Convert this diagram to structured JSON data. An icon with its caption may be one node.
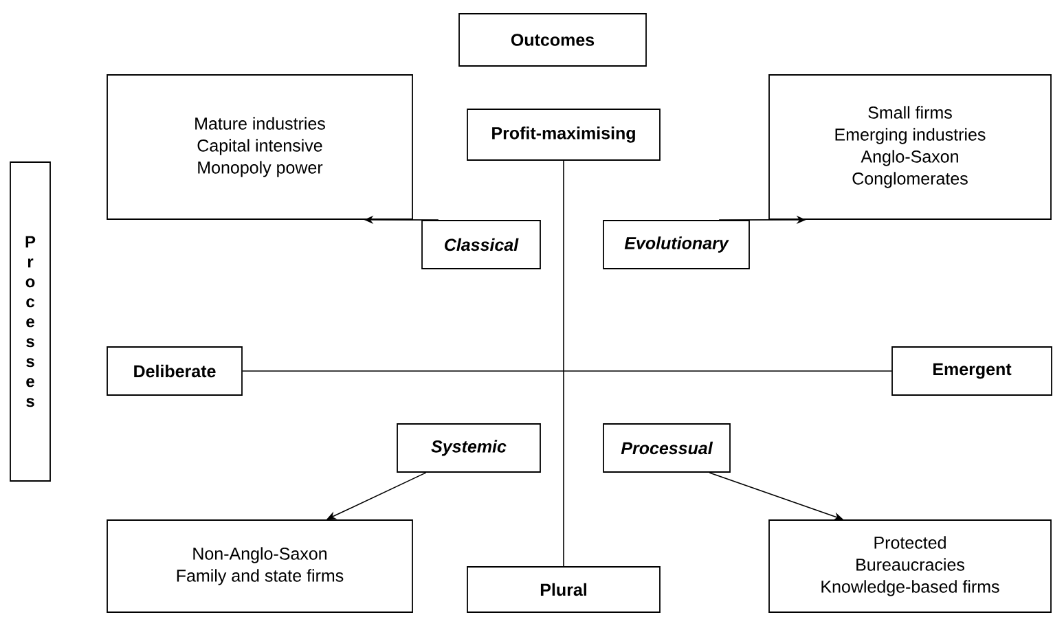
{
  "diagram": {
    "nodes": [
      {
        "text": [
          "Outcomes"
        ]
      },
      {
        "text": [
          "Processes"
        ]
      },
      {
        "text": [
          "Mature industries",
          "Capital intensive",
          "Monopoly power"
        ]
      },
      {
        "text": [
          "Profit-maximising"
        ]
      },
      {
        "text": [
          "Small firms",
          "Emerging industries",
          "Anglo-Saxon",
          "Conglomerates"
        ]
      },
      {
        "text": [
          "Classical"
        ]
      },
      {
        "text": [
          "Evolutionary"
        ]
      },
      {
        "text": [
          "Deliberate"
        ]
      },
      {
        "text": [
          "Emergent"
        ]
      },
      {
        "text": [
          "Systemic"
        ]
      },
      {
        "text": [
          "Processual"
        ]
      },
      {
        "text": [
          "Non-Anglo-Saxon",
          "Family and state firms"
        ]
      },
      {
        "text": [
          "Plural"
        ]
      },
      {
        "text": [
          "Protected",
          "Bureaucracies",
          "Knowledge-based firms"
        ]
      }
    ],
    "edges": [
      {
        "from": 5,
        "to": 2,
        "arrow": "to"
      },
      {
        "from": 6,
        "to": 4,
        "arrow": "to"
      },
      {
        "from": 9,
        "to": 11,
        "arrow": "to"
      },
      {
        "from": 10,
        "to": 13,
        "arrow": "to"
      },
      {
        "from": 3,
        "to": 12,
        "arrow": "none"
      },
      {
        "from": 7,
        "to": 8,
        "arrow": "none"
      }
    ]
  }
}
